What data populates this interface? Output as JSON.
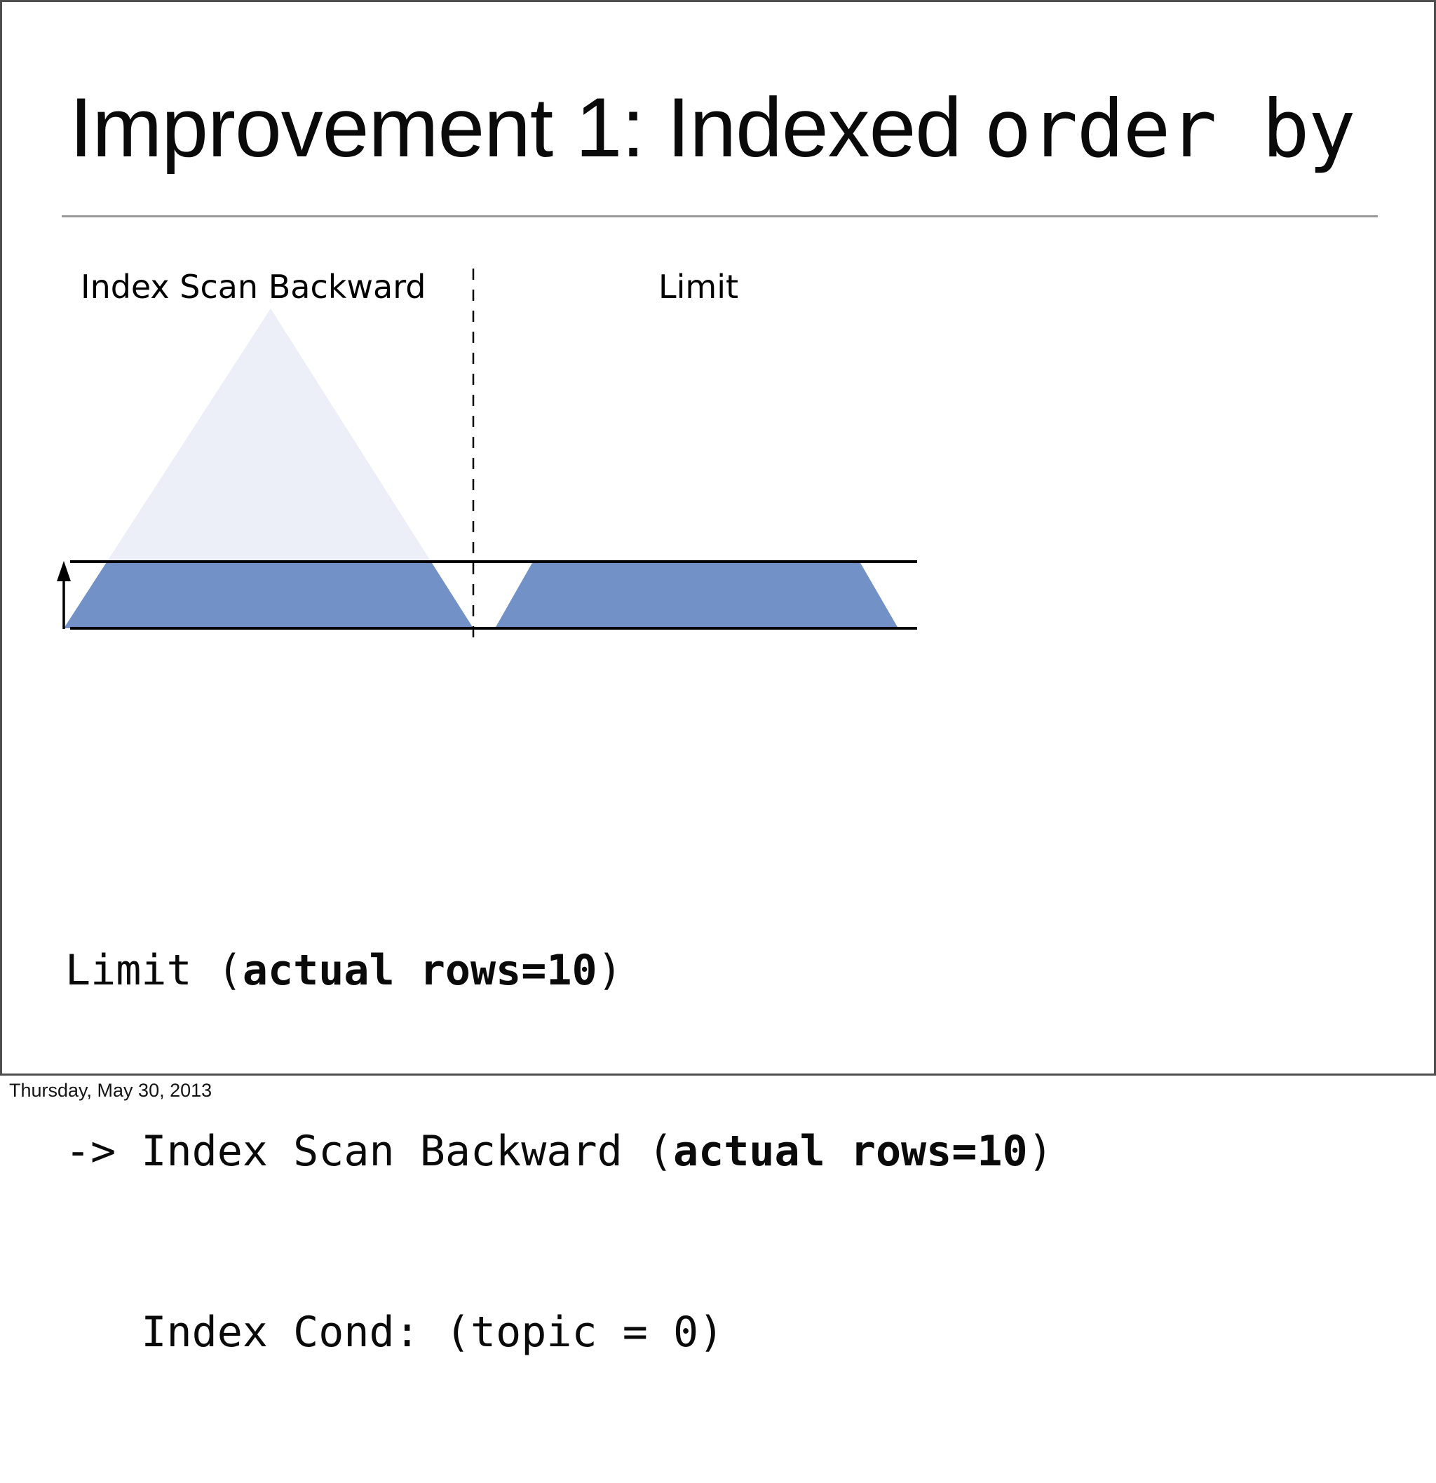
{
  "title": {
    "regular": "Improvement 1: Indexed ",
    "mono": "order by"
  },
  "diagram": {
    "left_label": "Index Scan Backward",
    "right_label": "Limit",
    "colors": {
      "read_rows_blue": "#7292c7",
      "scanned_triangle_light": "#edeff8"
    }
  },
  "code_lines": [
    {
      "pre": "Limit (",
      "bold": "actual rows=10",
      "post": ")"
    },
    {
      "pre": "-> Index Scan Backward (",
      "bold": "actual rows=10",
      "post": ")"
    },
    {
      "pre": "   Index Cond: (topic = 0)",
      "bold": "",
      "post": ""
    }
  ],
  "footer": "Thursday, May 30, 2013"
}
